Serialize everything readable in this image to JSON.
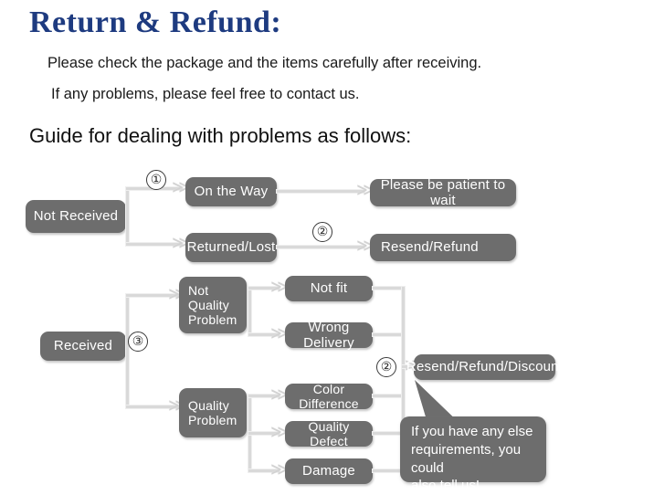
{
  "header": {
    "title": "Return & Refund:",
    "line1": "Please check the package and the items carefully after receiving.",
    "line2": "If any problems, please feel free to contact us.",
    "guide": "Guide for dealing with problems as follows:"
  },
  "colors": {
    "title": "#1e3b80",
    "node_fill": "#6d6d6d",
    "node_text": "#ffffff",
    "connector": "#d9d9d9",
    "background": "#ffffff"
  },
  "chart_data": {
    "type": "diagram",
    "title": "Guide for dealing with problems as follows:",
    "nodes": [
      {
        "id": "not-received",
        "label": "Not Received"
      },
      {
        "id": "on-the-way",
        "label": "On the Way"
      },
      {
        "id": "returned-lost",
        "label": "Returned/Lost"
      },
      {
        "id": "please-be-patient",
        "label": "Please be patient to wait"
      },
      {
        "id": "resend-refund",
        "label": "Resend/Refund"
      },
      {
        "id": "received",
        "label": "Received"
      },
      {
        "id": "not-quality-problem",
        "label": "Not Quality Problem",
        "lines": [
          "Not",
          "Quality",
          "Problem"
        ]
      },
      {
        "id": "quality-problem",
        "label": "Quality Problem",
        "lines": [
          "Quality",
          "Problem"
        ]
      },
      {
        "id": "not-fit",
        "label": "Not fit"
      },
      {
        "id": "wrong-delivery",
        "label": "Wrong Delivery"
      },
      {
        "id": "color-difference",
        "label": "Color Difference"
      },
      {
        "id": "quality-defect",
        "label": "Quality Defect"
      },
      {
        "id": "damage",
        "label": "Damage"
      },
      {
        "id": "resend-refund-discount",
        "label": "Resend/Refund/Discount"
      }
    ],
    "steps": [
      {
        "id": "step-1",
        "label": "①"
      },
      {
        "id": "step-2-top",
        "label": "②"
      },
      {
        "id": "step-3",
        "label": "③"
      },
      {
        "id": "step-2-bottom",
        "label": "②"
      }
    ],
    "edges": [
      {
        "from": "not-received",
        "to": "on-the-way",
        "marker": "①"
      },
      {
        "from": "not-received",
        "to": "returned-lost"
      },
      {
        "from": "on-the-way",
        "to": "please-be-patient"
      },
      {
        "from": "returned-lost",
        "to": "resend-refund",
        "marker": "②"
      },
      {
        "from": "received",
        "to": "not-quality-problem",
        "marker": "③"
      },
      {
        "from": "received",
        "to": "quality-problem"
      },
      {
        "from": "not-quality-problem",
        "to": "not-fit"
      },
      {
        "from": "not-quality-problem",
        "to": "wrong-delivery"
      },
      {
        "from": "quality-problem",
        "to": "color-difference"
      },
      {
        "from": "quality-problem",
        "to": "quality-defect"
      },
      {
        "from": "quality-problem",
        "to": "damage"
      },
      {
        "from": "not-fit",
        "to": "resend-refund-discount",
        "marker": "②"
      },
      {
        "from": "wrong-delivery",
        "to": "resend-refund-discount"
      },
      {
        "from": "color-difference",
        "to": "resend-refund-discount"
      },
      {
        "from": "quality-defect",
        "to": "resend-refund-discount"
      },
      {
        "from": "damage",
        "to": "resend-refund-discount"
      }
    ],
    "callout": {
      "id": "callout-bubble",
      "lines": [
        "If you have any else",
        "requirements, you could",
        "also tell us!"
      ],
      "points_to": "resend-refund-discount"
    },
    "arrow_glyph": "≫"
  }
}
